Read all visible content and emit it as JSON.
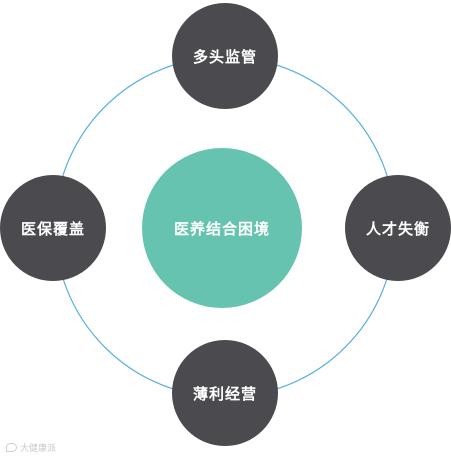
{
  "diagram": {
    "center_label": "医养结合困境",
    "nodes": {
      "top": "多头监管",
      "left": "医保覆盖",
      "right": "人才失衡",
      "bottom": "薄利经营"
    }
  },
  "watermark": {
    "text": "大健康派",
    "icon": "chat-bubble-icon"
  },
  "colors": {
    "node_fill": "#4b4a4f",
    "center_fill": "#66c3b0",
    "ring_stroke": "#56aee3",
    "text": "#ffffff"
  }
}
